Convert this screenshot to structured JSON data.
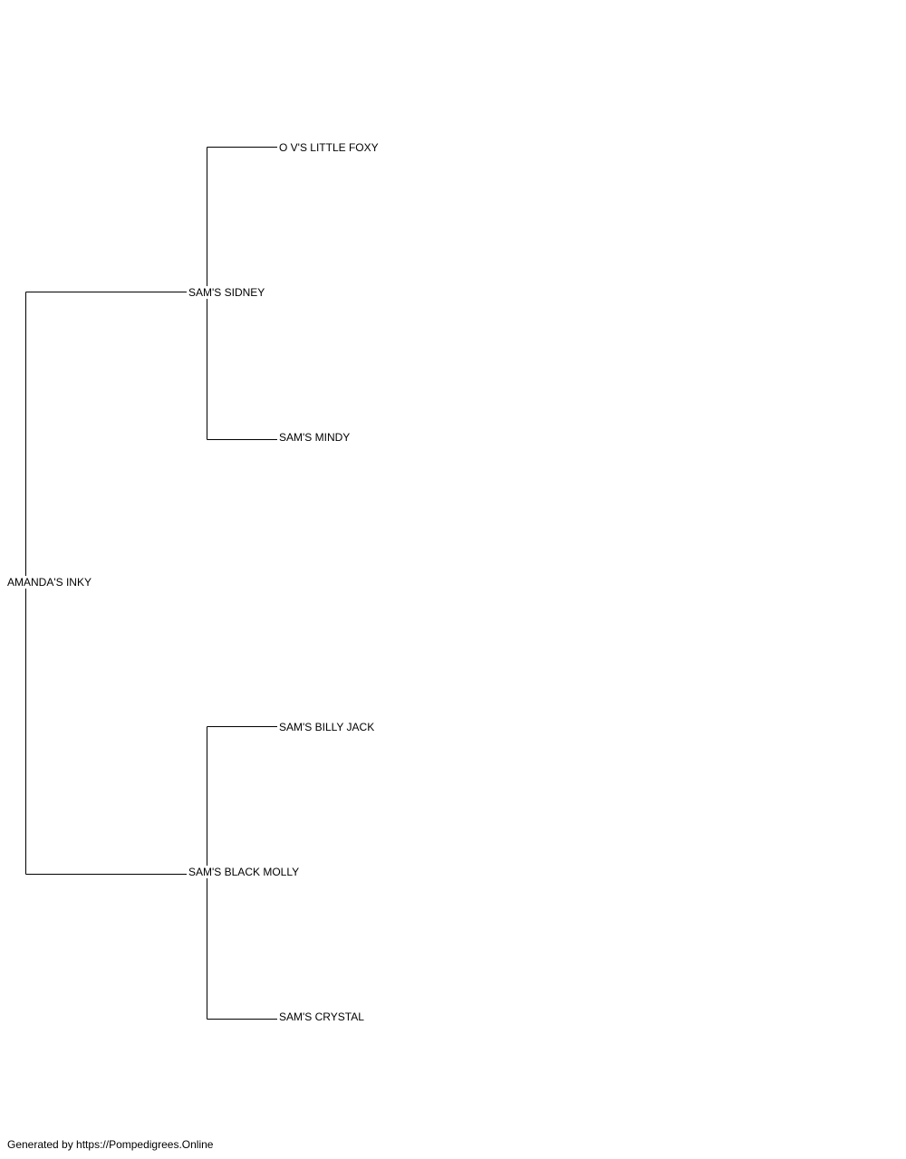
{
  "pedigree": {
    "subject": "AMANDA'S INKY",
    "sire": {
      "name": "SAM'S SIDNEY",
      "sire": "O V'S LITTLE FOXY",
      "dam": "SAM'S MINDY"
    },
    "dam": {
      "name": "SAM'S BLACK MOLLY",
      "sire": "SAM'S BILLY JACK",
      "dam": "SAM'S CRYSTAL"
    }
  },
  "footer": {
    "text": "Generated by https://Pompedigrees.Online"
  },
  "colors": {
    "line": "#000000",
    "text": "#000000",
    "background": "#ffffff"
  }
}
